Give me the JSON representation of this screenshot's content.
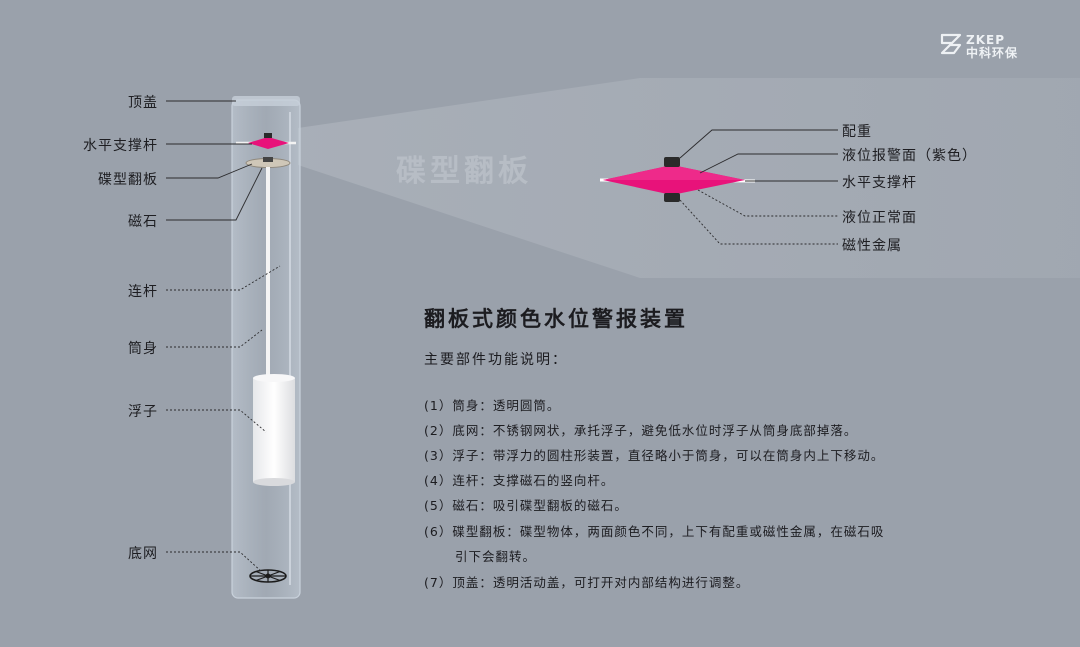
{
  "brand": {
    "logo_line1": "ZKEP",
    "logo_line2": "中科环保"
  },
  "detail_title": "碟型翻板",
  "left_callouts": [
    "顶盖",
    "水平支撑杆",
    "碟型翻板",
    "磁石",
    "连杆",
    "筒身",
    "浮子",
    "底网"
  ],
  "right_callouts": [
    "配重",
    "液位报警面（紫色）",
    "水平支撑杆",
    "液位正常面",
    "磁性金属"
  ],
  "main_title": "翻板式颜色水位警报装置",
  "sub_title": "主要部件功能说明：",
  "descriptions": [
    "(1）筒身：透明圆筒。",
    "(2）底网：不锈钢网状，承托浮子，避免低水位时浮子从筒身底部掉落。",
    "(3）浮子：带浮力的圆柱形装置，直径略小于筒身，可以在筒身内上下移动。",
    "(4）连杆：支撑磁石的竖向杆。",
    "(5）磁石：吸引碟型翻板的磁石。",
    "(6）碟型翻板：碟型物体，两面颜色不同，上下有配重或磁性金属，在磁石吸",
    "引下会翻转。",
    "(7）顶盖：透明活动盖，可打开对内部结构进行调整。"
  ],
  "colors": {
    "background": "#9aa1ab",
    "alarm_face": "#e8127a",
    "tube": "#b7c3cf"
  }
}
